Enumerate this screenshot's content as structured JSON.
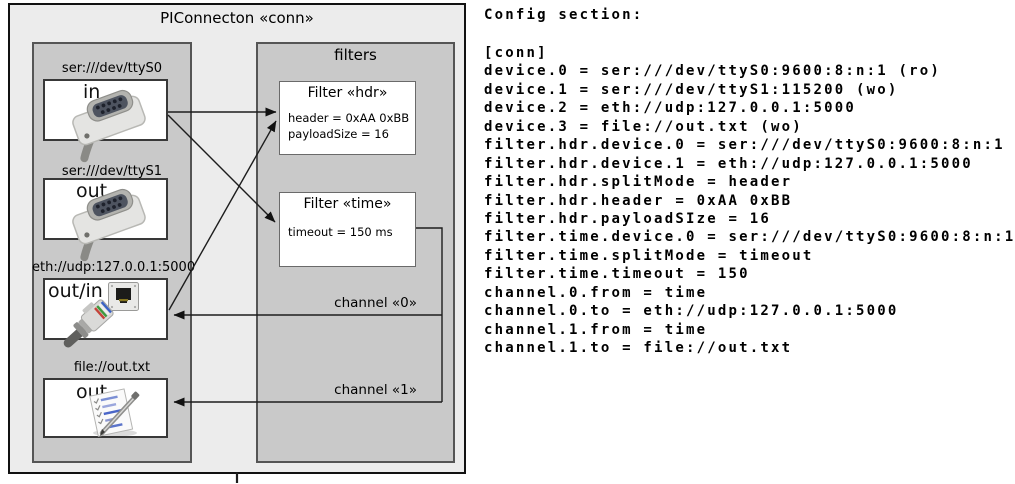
{
  "diagram": {
    "title": "PIConnecton «conn»",
    "devices_panel": {
      "devices": [
        {
          "label": "ser:///dev/ttyS0",
          "direction": "in",
          "icon": "serial-connector"
        },
        {
          "label": "ser:///dev/ttyS1",
          "direction": "out",
          "icon": "serial-connector"
        },
        {
          "label": "eth://udp:127.0.0.1:5000",
          "direction": "out/in",
          "icon": "ethernet-connector"
        },
        {
          "label": "file://out.txt",
          "direction": "out",
          "icon": "notepad-pen"
        }
      ]
    },
    "filters_panel": {
      "title": "filters",
      "filters": [
        {
          "title": "Filter «hdr»",
          "params": [
            "header = 0xAA 0xBB",
            "payloadSize = 16"
          ]
        },
        {
          "title": "Filter «time»",
          "params": [
            "timeout = 150 ms"
          ]
        }
      ]
    },
    "channels": [
      {
        "label": "channel «0»"
      },
      {
        "label": "channel «1»"
      }
    ]
  },
  "config": {
    "heading": "Config section:",
    "lines": [
      "[conn]",
      "device.0 = ser:///dev/ttyS0:9600:8:n:1 (ro)",
      "device.1 = ser:///dev/ttyS1:115200 (wo)",
      "device.2 = eth://udp:127.0.0.1:5000",
      "device.3 = file://out.txt (wo)",
      "filter.hdr.device.0 = ser:///dev/ttyS0:9600:8:n:1",
      "filter.hdr.device.1 = eth://udp:127.0.0.1:5000",
      "filter.hdr.splitMode = header",
      "filter.hdr.header = 0xAA 0xBB",
      "filter.hdr.payloadSIze = 16",
      "filter.time.device.0 = ser:///dev/ttyS0:9600:8:n:1",
      "filter.time.splitMode = timeout",
      "filter.time.timeout = 150",
      "channel.0.from = time",
      "channel.0.to = eth://udp:127.0.0.1:5000",
      "channel.1.from = time",
      "channel.1.to = file://out.txt"
    ]
  },
  "colors": {
    "outer_fill": "#ececec",
    "panel_fill": "#c9c9c9",
    "box_fill": "#ffffff",
    "line": "#1a1a1a",
    "text": "#000000"
  }
}
